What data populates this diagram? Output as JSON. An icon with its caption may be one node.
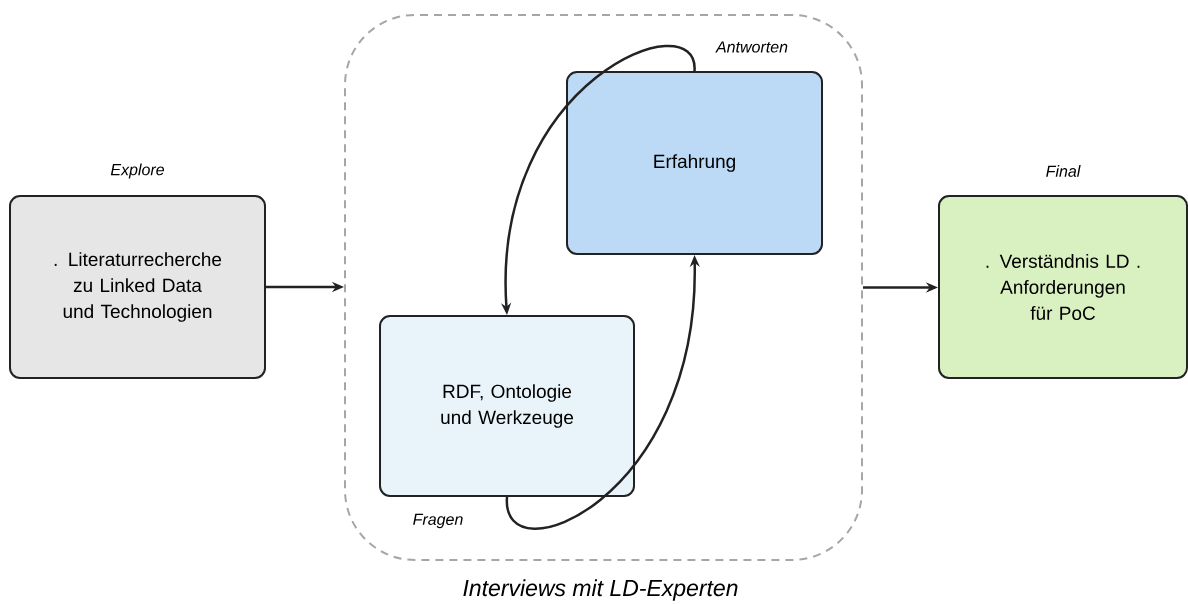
{
  "diagram": {
    "nodes": [
      {
        "text": [
          "Interviews mit LD-Experten"
        ]
      },
      {
        "text": [
          "Explore",
          ". Literaturrecherche zu Linked Data und Technologien"
        ]
      },
      {
        "text": [
          "Erfahrung"
        ],
        "in": 0
      },
      {
        "text": [
          "RDF, Ontologie und Werkzeuge"
        ],
        "in": 0
      },
      {
        "text": [
          "Final",
          ". Verständnis LD . Anforderungen für PoC"
        ]
      }
    ],
    "edges": [
      {
        "from": 1,
        "to": 0,
        "arrow": "to"
      },
      {
        "from": 0,
        "to": 4,
        "arrow": "to"
      },
      {
        "from": 2,
        "to": 3,
        "arrow": "to",
        "label": "Antworten"
      },
      {
        "from": 3,
        "to": 2,
        "arrow": "to",
        "label": "Fragen"
      }
    ]
  }
}
